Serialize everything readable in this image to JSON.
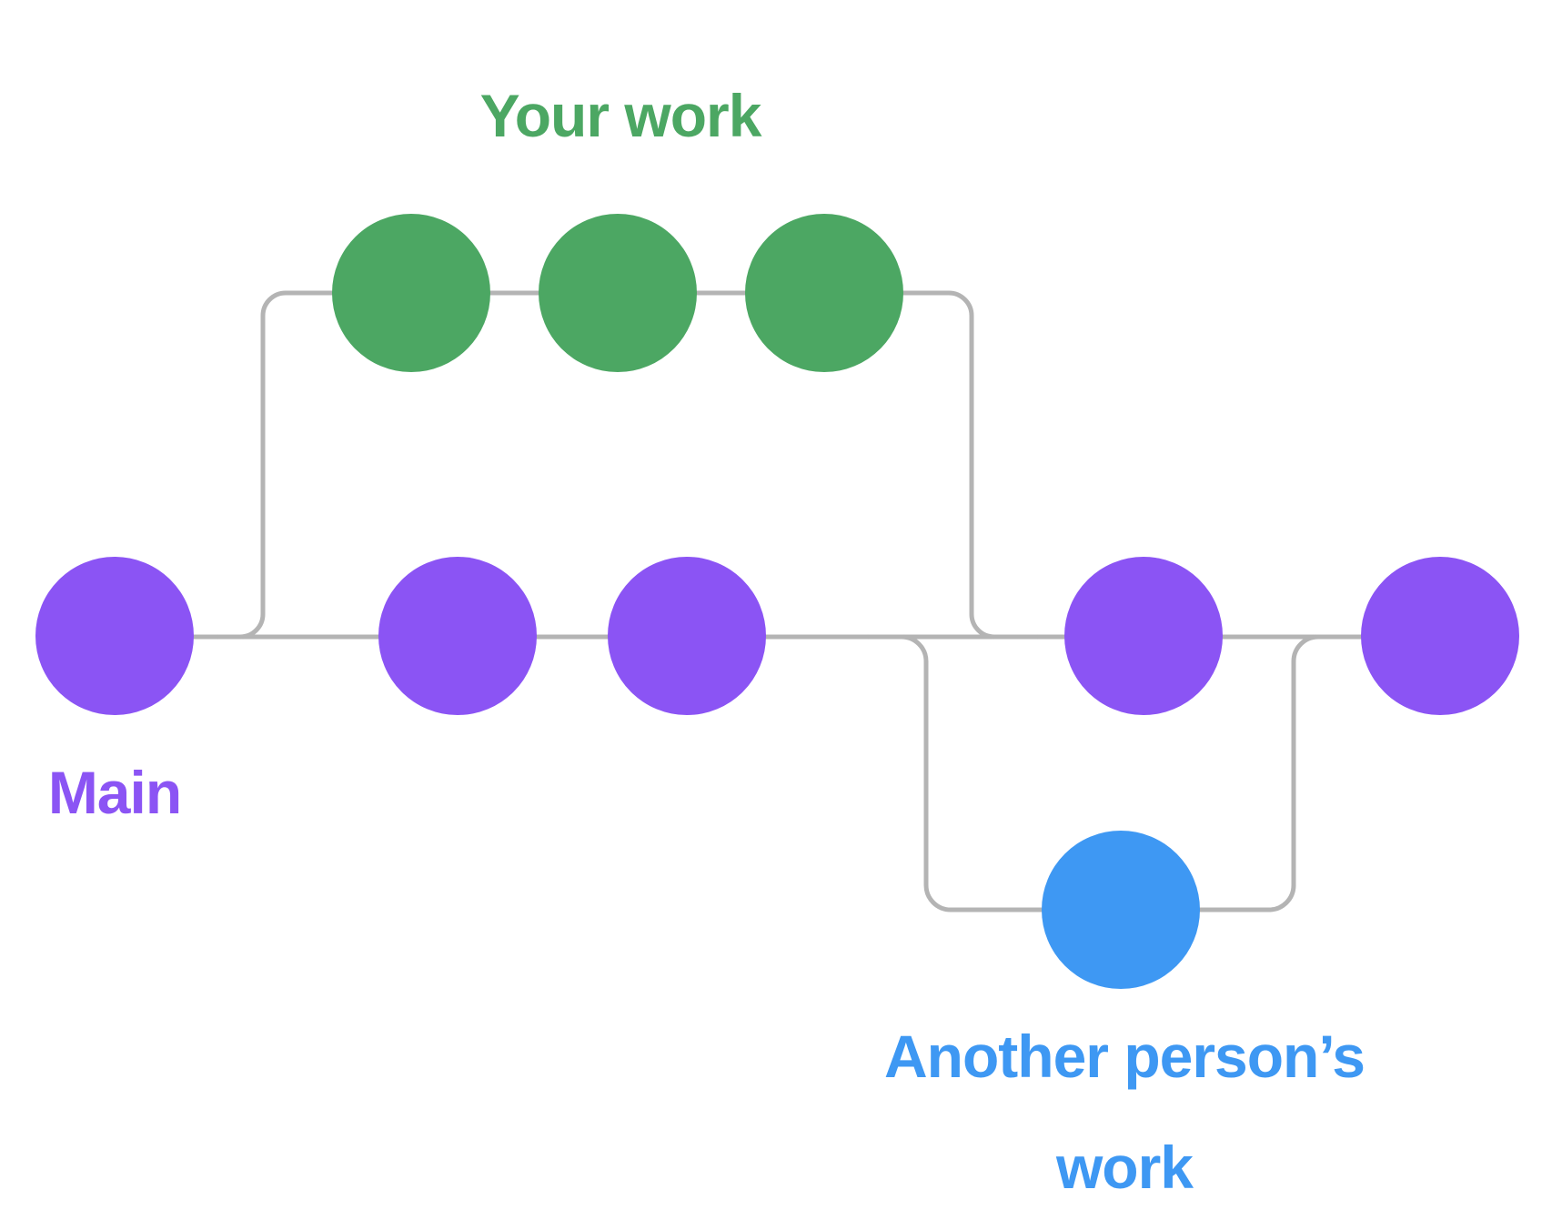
{
  "colors": {
    "main": "#8B54F4",
    "your_work": "#4CA763",
    "another_work": "#3E98F3",
    "line": "#B4B4B4",
    "background": "#FFFFFF"
  },
  "labels": {
    "main": "Main",
    "your_work": "Your work",
    "another_work": "Another person’s work"
  },
  "diagram": {
    "type": "git-branch-graph",
    "branches": [
      {
        "name": "Main",
        "color": "#8B54F4",
        "commit_count": 5,
        "label_position": "below-first-commit"
      },
      {
        "name": "Your work",
        "color": "#4CA763",
        "commit_count": 3,
        "branches_from": "Main",
        "merges_into": "Main",
        "label_position": "above-branch"
      },
      {
        "name": "Another person’s work",
        "color": "#3E98F3",
        "commit_count": 1,
        "branches_from": "Main",
        "merges_into": "Main",
        "label_position": "below-branch"
      }
    ]
  }
}
